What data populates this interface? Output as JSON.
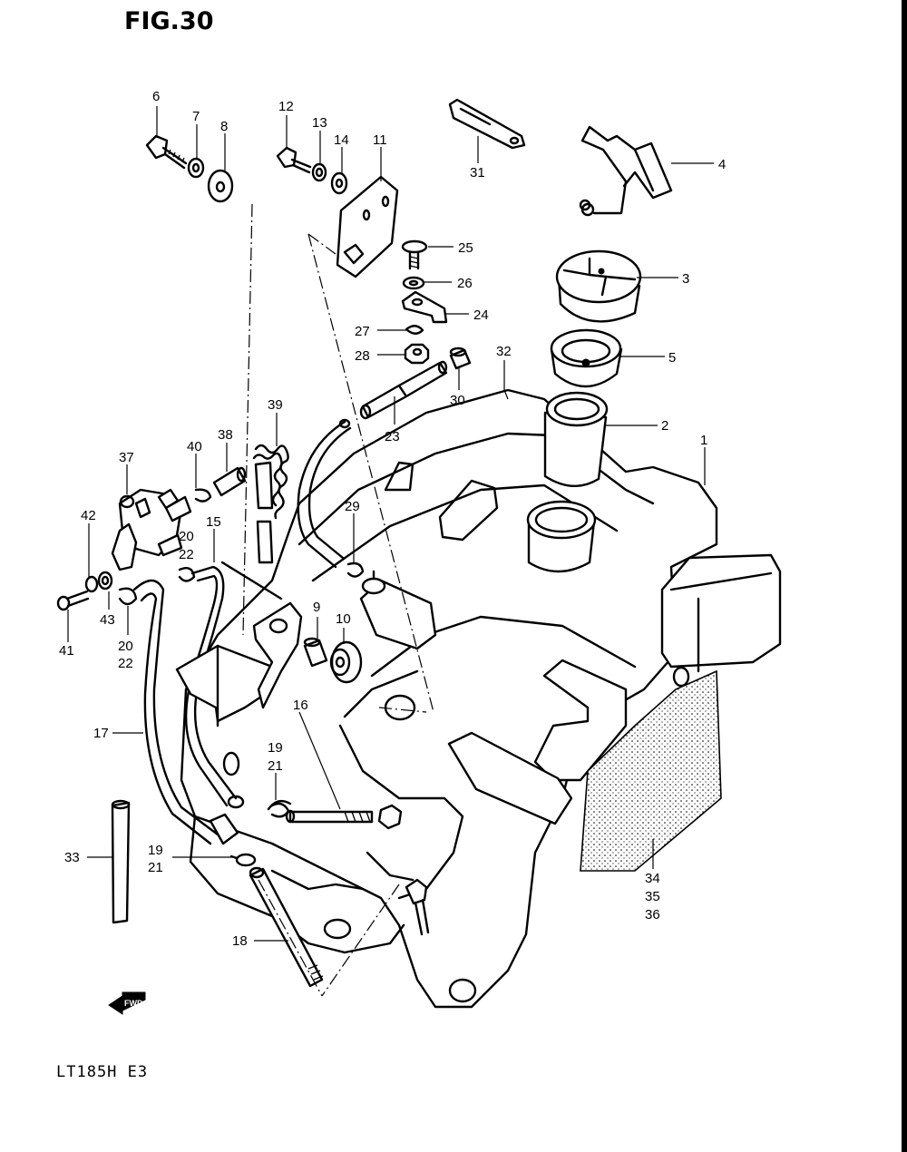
{
  "figure": {
    "title": "FIG.30",
    "model": "LT185H  E3",
    "fwd_label": "FWD"
  },
  "callouts": [
    {
      "id": "c1",
      "text": "1"
    },
    {
      "id": "c2",
      "text": "2"
    },
    {
      "id": "c3",
      "text": "3"
    },
    {
      "id": "c4",
      "text": "4"
    },
    {
      "id": "c5",
      "text": "5"
    },
    {
      "id": "c6",
      "text": "6"
    },
    {
      "id": "c7",
      "text": "7"
    },
    {
      "id": "c8",
      "text": "8"
    },
    {
      "id": "c9",
      "text": "9"
    },
    {
      "id": "c10",
      "text": "10"
    },
    {
      "id": "c11",
      "text": "11"
    },
    {
      "id": "c12",
      "text": "12"
    },
    {
      "id": "c13",
      "text": "13"
    },
    {
      "id": "c14",
      "text": "14"
    },
    {
      "id": "c15",
      "text": "15"
    },
    {
      "id": "c16",
      "text": "16"
    },
    {
      "id": "c17",
      "text": "17"
    },
    {
      "id": "c18",
      "text": "18"
    },
    {
      "id": "c19a",
      "text": "19"
    },
    {
      "id": "c21a",
      "text": "21"
    },
    {
      "id": "c19b",
      "text": "19"
    },
    {
      "id": "c21b",
      "text": "21"
    },
    {
      "id": "c20a",
      "text": "20"
    },
    {
      "id": "c22a",
      "text": "22"
    },
    {
      "id": "c20b",
      "text": "20"
    },
    {
      "id": "c22b",
      "text": "22"
    },
    {
      "id": "c23",
      "text": "23"
    },
    {
      "id": "c24",
      "text": "24"
    },
    {
      "id": "c25",
      "text": "25"
    },
    {
      "id": "c26",
      "text": "26"
    },
    {
      "id": "c27",
      "text": "27"
    },
    {
      "id": "c28",
      "text": "28"
    },
    {
      "id": "c29",
      "text": "29"
    },
    {
      "id": "c30",
      "text": "30"
    },
    {
      "id": "c31",
      "text": "31"
    },
    {
      "id": "c32",
      "text": "32"
    },
    {
      "id": "c33",
      "text": "33"
    },
    {
      "id": "c34",
      "text": "34"
    },
    {
      "id": "c35",
      "text": "35"
    },
    {
      "id": "c36",
      "text": "36"
    },
    {
      "id": "c37",
      "text": "37"
    },
    {
      "id": "c38",
      "text": "38"
    },
    {
      "id": "c39",
      "text": "39"
    },
    {
      "id": "c40",
      "text": "40"
    },
    {
      "id": "c41",
      "text": "41"
    },
    {
      "id": "c42",
      "text": "42"
    },
    {
      "id": "c43",
      "text": "43"
    }
  ]
}
